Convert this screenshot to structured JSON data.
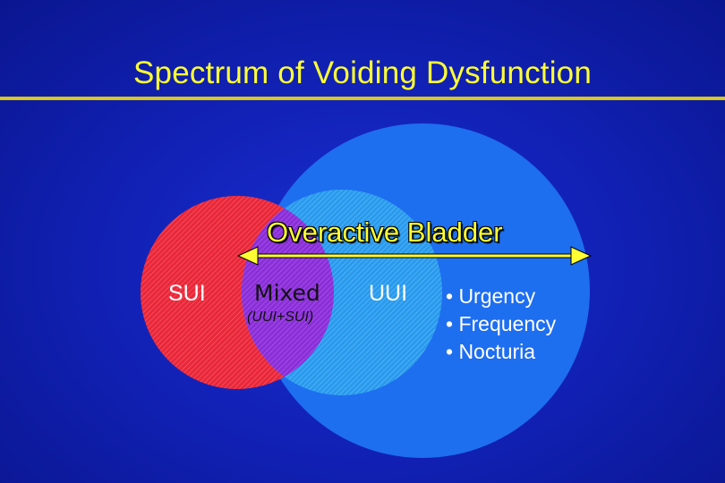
{
  "slide": {
    "title": "Spectrum of Voiding Dysfunction"
  },
  "diagram": {
    "arrow_label": "Overactive Bladder",
    "sui_label": "SUI",
    "mixed_label": "Mixed",
    "mixed_sublabel": "(UUI+SUI)",
    "uui_label": "UUI",
    "symptoms": [
      "• Urgency",
      "• Frequency",
      "• Nocturia"
    ]
  },
  "colors": {
    "title": "#ffff33",
    "rule": "#d8c81a",
    "sui_circle": "#e8283a",
    "oab_circle": "#1e6ef0",
    "overlap": "#8a2fd8",
    "uui_region": "#2a9aec",
    "arrow": "#ffff33"
  }
}
